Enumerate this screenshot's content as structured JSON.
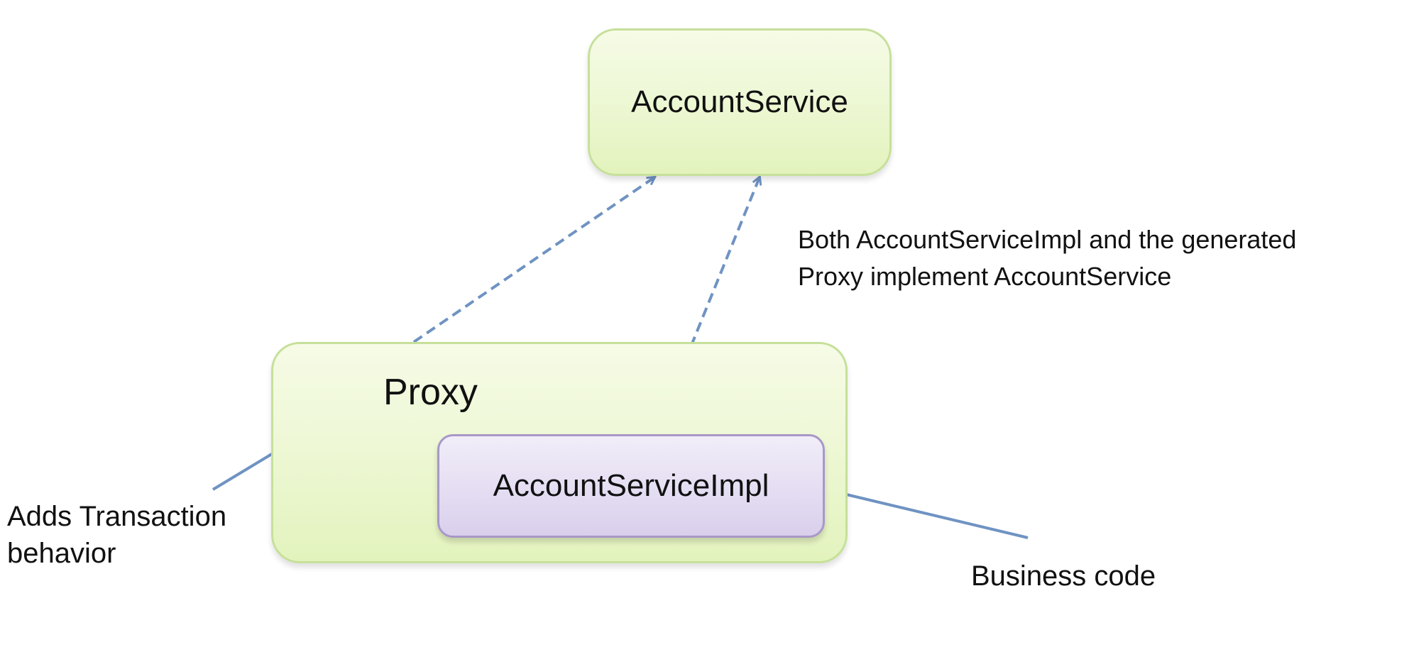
{
  "nodes": {
    "account_service": "AccountService",
    "proxy": "Proxy",
    "account_service_impl": "AccountServiceImpl"
  },
  "annotations": {
    "implement_line1": "Both AccountServiceImpl and the generated",
    "implement_line2": "Proxy implement AccountService",
    "transaction_line1": "Adds Transaction",
    "transaction_line2": "behavior",
    "business": "Business code"
  },
  "colors": {
    "green_fill": "#eef8d6",
    "green_border": "#c6e09a",
    "purple_fill": "#e6dff3",
    "purple_border": "#a898c8",
    "arrow": "#6f93c2"
  }
}
